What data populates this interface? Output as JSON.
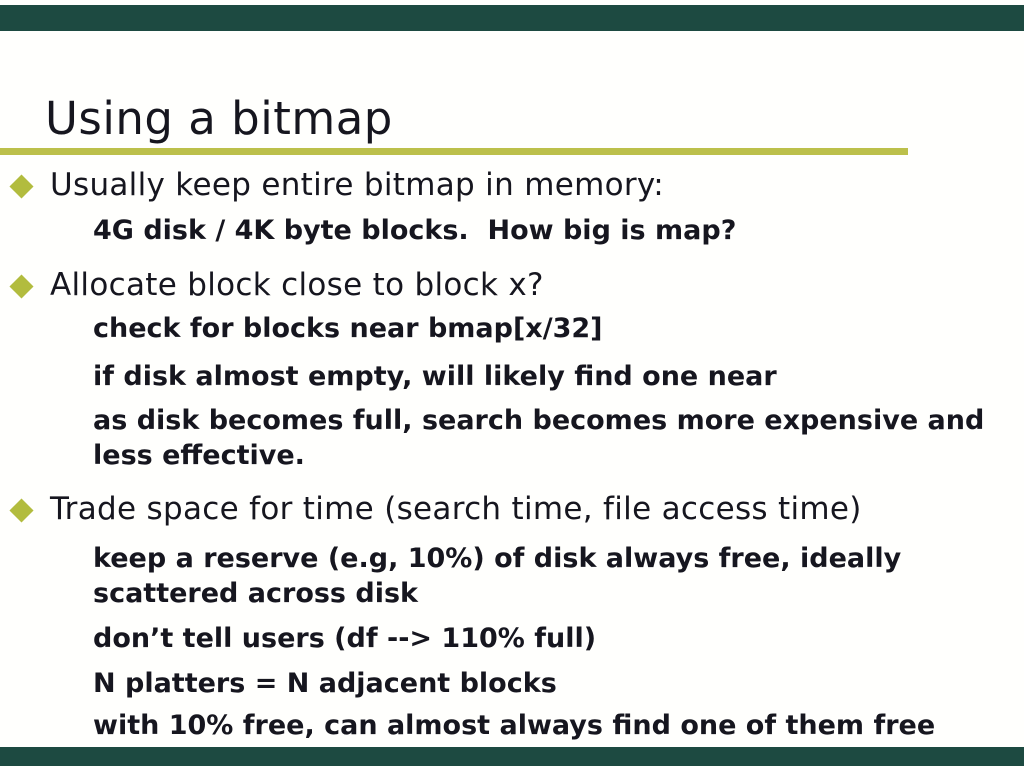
{
  "colors": {
    "frame": "#1d4a41",
    "text": "#16161f",
    "accent": "#b2bc3e",
    "rule": "#bcc04b"
  },
  "icons": {
    "bullet": "diamond-bullet-icon"
  },
  "slide": {
    "title": "Using a bitmap",
    "bullets": [
      {
        "label": "Usually keep entire bitmap in memory:",
        "subs": [
          {
            "lines": [
              "4G disk / 4K byte blocks.  How big is map?"
            ]
          }
        ]
      },
      {
        "label": "Allocate block close to block x?",
        "subs": [
          {
            "lines": [
              "check for blocks near bmap[x/32]"
            ]
          },
          {
            "lines": [
              "if disk almost empty, will likely find one near"
            ]
          },
          {
            "lines": [
              "as disk becomes full, search becomes more expensive and",
              "less effective."
            ]
          }
        ]
      },
      {
        "label": "Trade space for time (search time, file access time)",
        "subs": [
          {
            "lines": [
              "keep a reserve (e.g, 10%) of disk always free, ideally",
              "scattered across disk"
            ]
          },
          {
            "lines": [
              "don’t tell users (df --> 110% full)"
            ]
          },
          {
            "lines": [
              "N platters = N adjacent blocks"
            ]
          },
          {
            "lines": [
              "with 10% free, can almost always find one of them free"
            ]
          }
        ]
      }
    ]
  }
}
